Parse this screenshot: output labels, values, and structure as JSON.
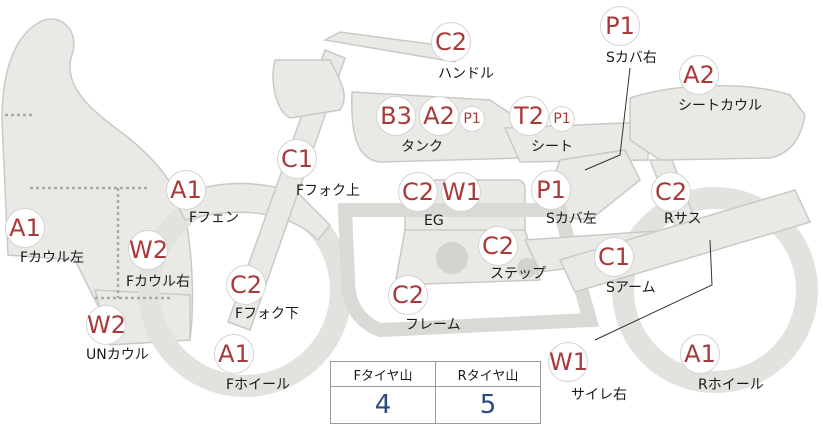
{
  "parts": [
    {
      "id": "handle",
      "grade": "C2",
      "label": "ハンドル"
    },
    {
      "id": "seat-cover-right",
      "grade": "P1",
      "label": "Sカバ右"
    },
    {
      "id": "seat-cowl",
      "grade": "A2",
      "label": "シートカウル"
    },
    {
      "id": "tank-main",
      "grade": "B3",
      "label": "タンク"
    },
    {
      "id": "tank-second",
      "grade": "A2"
    },
    {
      "id": "tank-third",
      "grade": "P1"
    },
    {
      "id": "seat-main",
      "grade": "T2",
      "label": "シート"
    },
    {
      "id": "seat-second",
      "grade": "P1"
    },
    {
      "id": "fork-upper",
      "grade": "C1",
      "label": "Fフォク上"
    },
    {
      "id": "front-fender",
      "grade": "A1",
      "label": "Fフェン"
    },
    {
      "id": "engine-main",
      "grade": "C2",
      "label": "EG"
    },
    {
      "id": "engine-second",
      "grade": "W1"
    },
    {
      "id": "seat-cover-left",
      "grade": "P1",
      "label": "Sカバ左"
    },
    {
      "id": "rear-suspension",
      "grade": "C2",
      "label": "Rサス"
    },
    {
      "id": "front-cowl-left",
      "grade": "A1",
      "label": "Fカウル左"
    },
    {
      "id": "front-cowl-right",
      "grade": "W2",
      "label": "Fカウル右"
    },
    {
      "id": "step",
      "grade": "C2",
      "label": "ステップ"
    },
    {
      "id": "swing-arm",
      "grade": "C1",
      "label": "Sアーム"
    },
    {
      "id": "fork-lower",
      "grade": "C2",
      "label": "Fフォク下"
    },
    {
      "id": "frame",
      "grade": "C2",
      "label": "フレーム"
    },
    {
      "id": "under-cowl",
      "grade": "W2",
      "label": "UNカウル"
    },
    {
      "id": "front-wheel",
      "grade": "A1",
      "label": "Fホイール"
    },
    {
      "id": "silencer-right",
      "grade": "W1",
      "label": "サイレ右"
    },
    {
      "id": "rear-wheel",
      "grade": "A1",
      "label": "Rホイール"
    }
  ],
  "tire_table": {
    "front_header": "Fタイヤ山",
    "rear_header": "Rタイヤ山",
    "front_value": "4",
    "rear_value": "5"
  }
}
